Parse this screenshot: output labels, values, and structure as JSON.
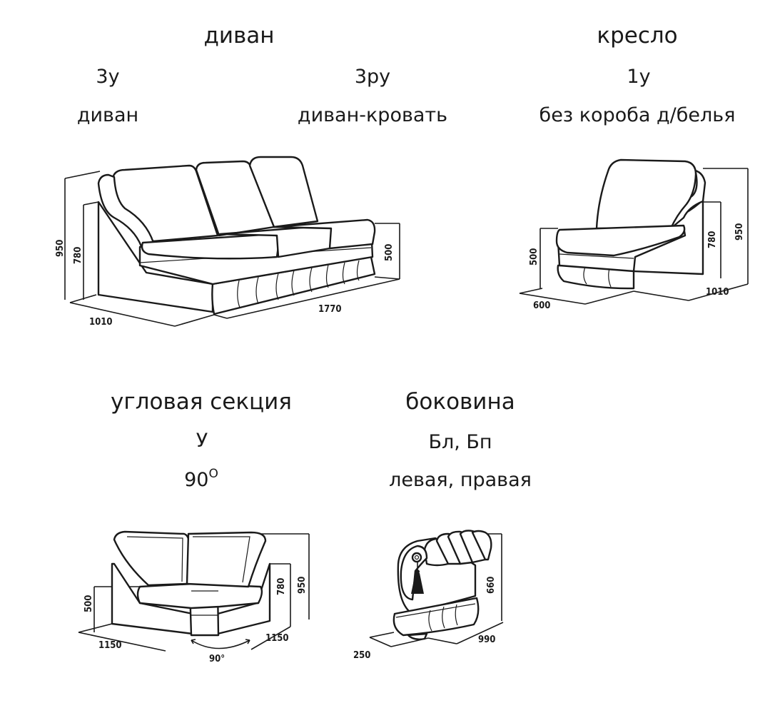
{
  "sofa": {
    "header": "диван",
    "model_3u": "3у",
    "model_3ru": "3ру",
    "label_3u": "диван",
    "label_3ru": "диван-кровать",
    "dim_height": "950",
    "dim_arm": "780",
    "dim_seat": "500",
    "dim_depth": "1010",
    "dim_length": "1770"
  },
  "armchair": {
    "header": "кресло",
    "model": "1у",
    "label": "без короба д/белья",
    "dim_seat": "500",
    "dim_arm": "780",
    "dim_height": "950",
    "dim_width": "600",
    "dim_depth": "1010"
  },
  "corner": {
    "header": "угловая секция",
    "model": "У",
    "angle": "90",
    "dim_seat": "500",
    "dim_arm": "780",
    "dim_height": "950",
    "dim_left": "1150",
    "dim_right": "1150",
    "dim_angle": "90°"
  },
  "side": {
    "header": "боковина",
    "model": "Бл, Бп",
    "label": "левая, правая",
    "dim_height": "660",
    "dim_width": "250",
    "dim_depth": "990"
  }
}
